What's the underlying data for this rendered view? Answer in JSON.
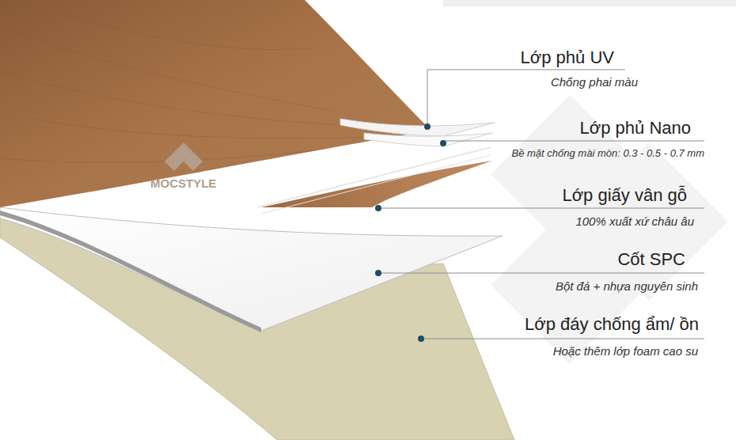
{
  "diagram": {
    "labels": [
      "Lớp phủ UV",
      "Chống phai màu",
      "Lớp phủ Nano",
      "Bề mặt chống mài mòn: 0.3 - 0.5 - 0.7 mm",
      "Lớp giấy vân gỗ",
      "100% xuất xứ châu âu",
      "Cốt SPC",
      "Bột đá + nhựa nguyên sinh",
      "Lớp đáy chống ẩm/ ồn",
      "Hoặc thêm lớp foam cao su",
      "MOCSTYLE"
    ]
  }
}
